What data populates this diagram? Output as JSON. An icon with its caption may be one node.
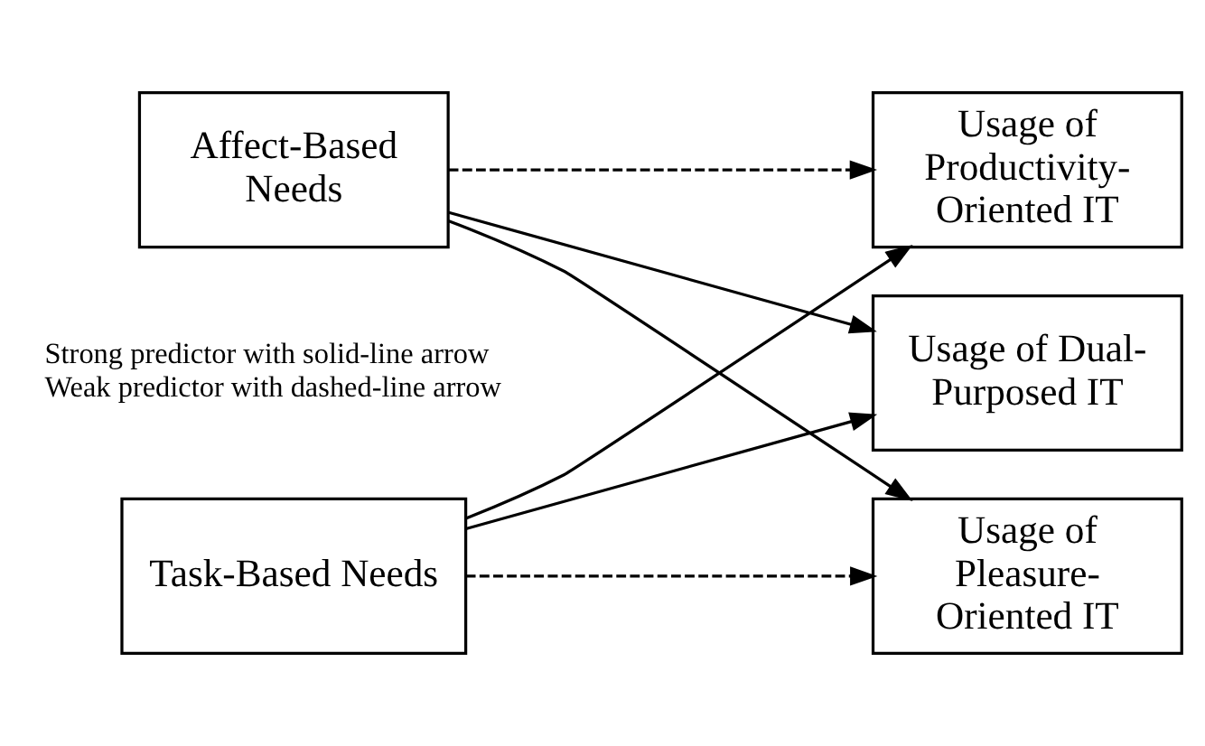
{
  "diagram": {
    "nodes": [
      {
        "text": [
          "Task-Based Needs"
        ]
      },
      {
        "text": [
          "Affect-Based Needs"
        ]
      },
      {
        "text": [
          "Usage of Productivity-Oriented IT"
        ]
      },
      {
        "text": [
          "Usage of Dual-Purposed IT"
        ]
      },
      {
        "text": [
          "Usage of Pleasure-Oriented IT"
        ]
      }
    ],
    "edges": [
      {
        "from": 0,
        "to": 2,
        "arrow": "to"
      },
      {
        "from": 0,
        "to": 3,
        "arrow": "to"
      },
      {
        "from": 0,
        "to": 4,
        "arrow": "to",
        "style": "dashed"
      },
      {
        "from": 1,
        "to": 2,
        "arrow": "to",
        "style": "dashed"
      },
      {
        "from": 1,
        "to": 3,
        "arrow": "to"
      },
      {
        "from": 1,
        "to": 4,
        "arrow": "to"
      }
    ],
    "labels": [
      "Strong predictor with solid-line arrow",
      "Weak predictor with dashed-line arrow"
    ]
  }
}
